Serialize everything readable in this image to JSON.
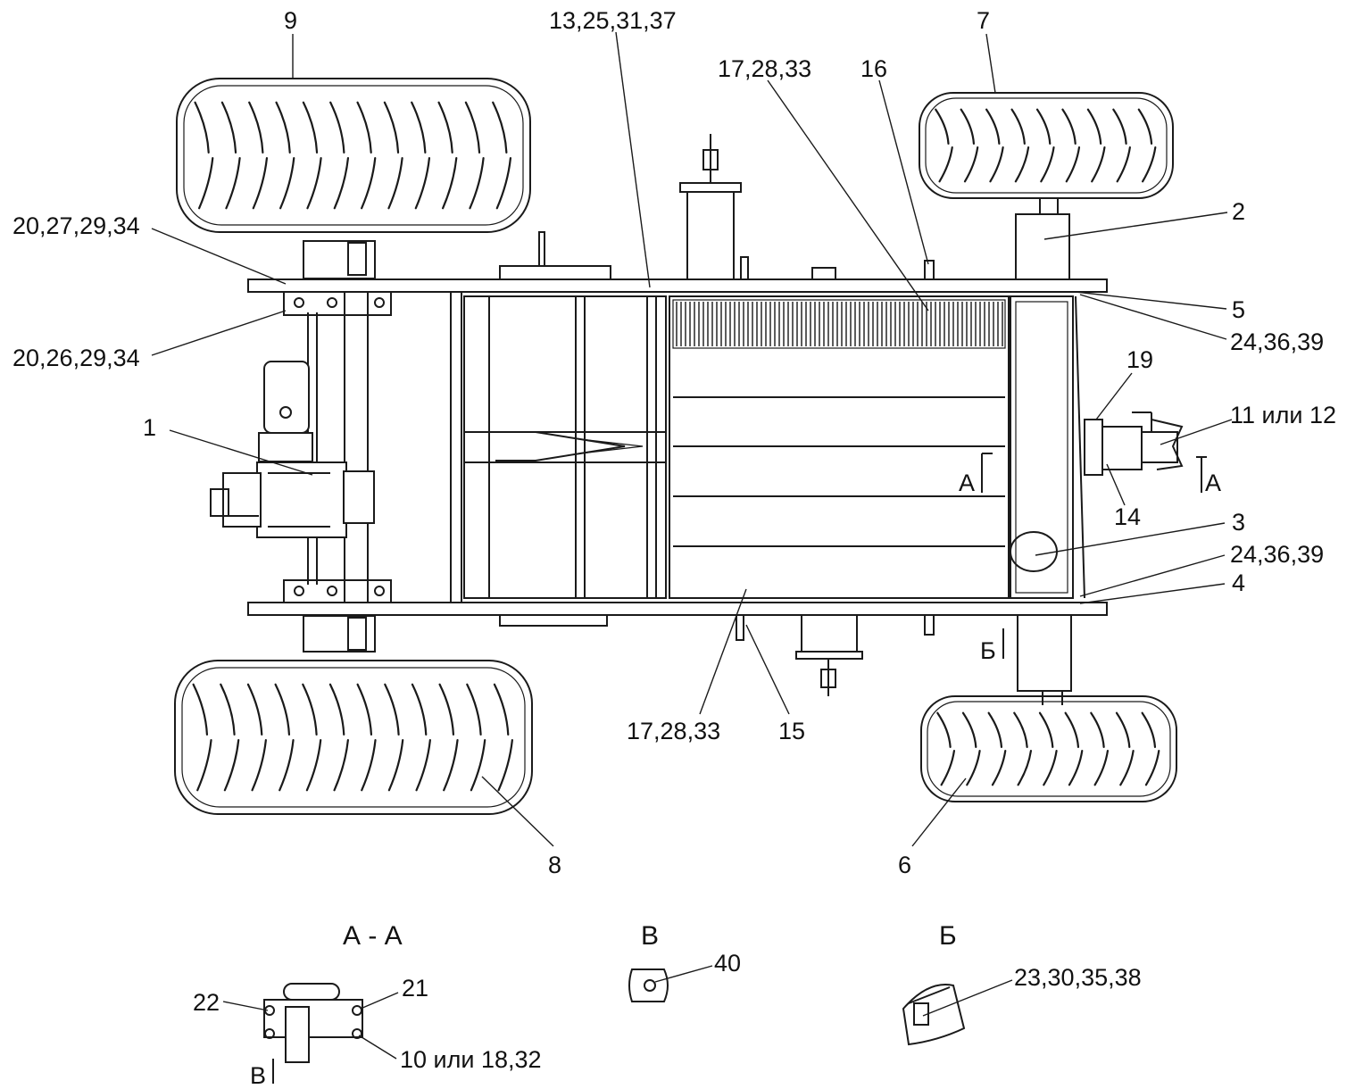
{
  "labels": {
    "l9": "9",
    "l13": "13,25,31,37",
    "l7": "7",
    "l17a": "17,28,33",
    "l16": "16",
    "l2": "2",
    "l20a": "20,27,29,34",
    "l5": "5",
    "l24a": "24,36,39",
    "l20b": "20,26,29,34",
    "l19": "19",
    "l1": "1",
    "l11": "11 или 12",
    "lA1": "A",
    "lA2": "A",
    "l14": "14",
    "l3": "3",
    "l24b": "24,36,39",
    "l4": "4",
    "lB1": "Б",
    "l17b": "17,28,33",
    "l15": "15",
    "l8": "8",
    "l6": "6"
  },
  "views": {
    "aa": {
      "title": "А - А",
      "l22": "22",
      "l21": "21",
      "l10": "10 или 18,32",
      "lV": "В"
    },
    "v": {
      "title": "В",
      "l40": "40"
    },
    "b": {
      "title": "Б",
      "l23": "23,30,35,38"
    }
  }
}
